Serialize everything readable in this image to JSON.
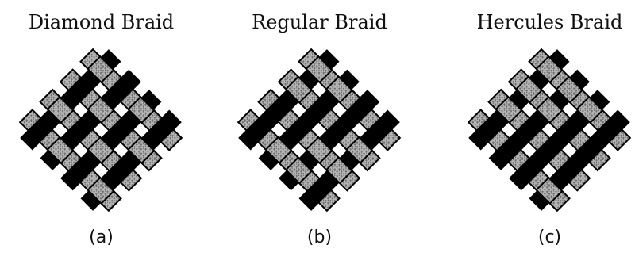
{
  "figures": [
    {
      "title": "Diamond Braid",
      "caption": "(a)",
      "pattern": "diamond"
    },
    {
      "title": "Regular Braid",
      "caption": "(b)",
      "pattern": "regular"
    },
    {
      "title": "Hercules Braid",
      "caption": "(c)",
      "pattern": "hercules"
    }
  ],
  "colors": {
    "dark_strand": "#000000",
    "light_strand": "#9a9a9a",
    "background": "#ffffff"
  }
}
